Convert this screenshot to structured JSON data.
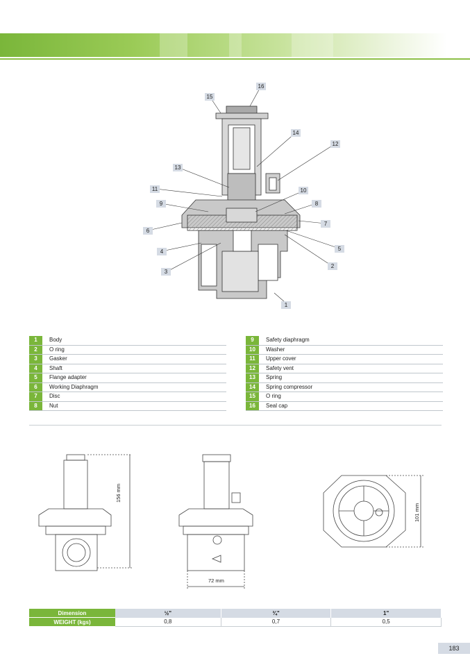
{
  "colors": {
    "accent": "#7ab63a",
    "callout_bg": "#d5dbe4",
    "hatch": "#9a9a9a"
  },
  "callouts": [
    "1",
    "2",
    "3",
    "4",
    "5",
    "6",
    "7",
    "8",
    "9",
    "10",
    "11",
    "12",
    "13",
    "14",
    "15",
    "16"
  ],
  "parts_left": [
    {
      "num": "1",
      "name": "Body"
    },
    {
      "num": "2",
      "name": "O ring"
    },
    {
      "num": "3",
      "name": "Gasker"
    },
    {
      "num": "4",
      "name": "Shaft"
    },
    {
      "num": "5",
      "name": "Flange adapter"
    },
    {
      "num": "6",
      "name": "Working Diaphragm"
    },
    {
      "num": "7",
      "name": "Disc"
    },
    {
      "num": "8",
      "name": "Nut"
    }
  ],
  "parts_right": [
    {
      "num": "9",
      "name": "Safety diaphragm"
    },
    {
      "num": "10",
      "name": "Washer"
    },
    {
      "num": "11",
      "name": "Upper  cover"
    },
    {
      "num": "12",
      "name": "Safety vent"
    },
    {
      "num": "13",
      "name": "Spring"
    },
    {
      "num": "14",
      "name": "Spring compressor"
    },
    {
      "num": "15",
      "name": "O ring"
    },
    {
      "num": "16",
      "name": "Seal cap"
    }
  ],
  "dimensions": {
    "height": "156 mm",
    "width": "72 mm",
    "across": "101 mm"
  },
  "dim_table": {
    "row1_label": "Dimension",
    "row2_label": "WEIGHT (kgs)",
    "sizes": [
      "½\"",
      "¾\"",
      "1\""
    ],
    "weights": [
      "0,8",
      "0,7",
      "0,5"
    ]
  },
  "page_number": "183"
}
